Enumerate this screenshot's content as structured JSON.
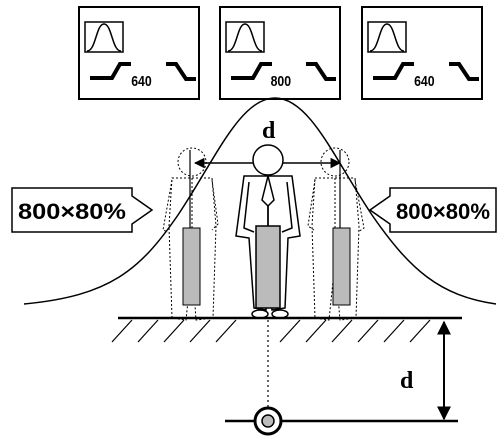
{
  "meters": [
    {
      "reading": "640"
    },
    {
      "reading": "800"
    },
    {
      "reading": "640"
    }
  ],
  "callouts": {
    "left": "800×80%",
    "right": "800×80%"
  },
  "dimensions": {
    "horizontal": "d",
    "vertical": "d"
  }
}
